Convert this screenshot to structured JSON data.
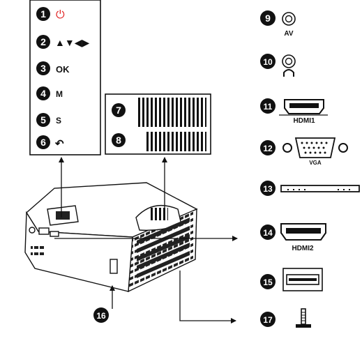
{
  "control_panel": {
    "items": [
      {
        "number": "1",
        "symbol": "⏻",
        "color": "#e02020"
      },
      {
        "number": "2",
        "symbol": "▲▼◀▶",
        "color": "#111111"
      },
      {
        "number": "3",
        "symbol": "OK",
        "color": "#111111"
      },
      {
        "number": "4",
        "symbol": "M",
        "color": "#111111"
      },
      {
        "number": "5",
        "symbol": "S",
        "color": "#111111"
      },
      {
        "number": "6",
        "symbol": "↶",
        "color": "#111111"
      }
    ]
  },
  "focus_panel": {
    "items": [
      {
        "number": "7"
      },
      {
        "number": "8"
      }
    ]
  },
  "ports": [
    {
      "number": "9",
      "label": "AV",
      "icon": "av-jack-icon"
    },
    {
      "number": "10",
      "label": "",
      "icon": "headphone-jack-icon"
    },
    {
      "number": "11",
      "label": "HDMI1",
      "icon": "hdmi-port-icon"
    },
    {
      "number": "12",
      "label": "VGA",
      "icon": "vga-port-icon"
    },
    {
      "number": "13",
      "label": "",
      "icon": "sd-card-slot-icon"
    },
    {
      "number": "14",
      "label": "HDMI2",
      "icon": "hdmi-port-icon"
    },
    {
      "number": "15",
      "label": "",
      "icon": "usb-port-icon"
    },
    {
      "number": "17",
      "label": "",
      "icon": "tripod-screw-icon"
    }
  ],
  "callout_16": {
    "number": "16"
  }
}
